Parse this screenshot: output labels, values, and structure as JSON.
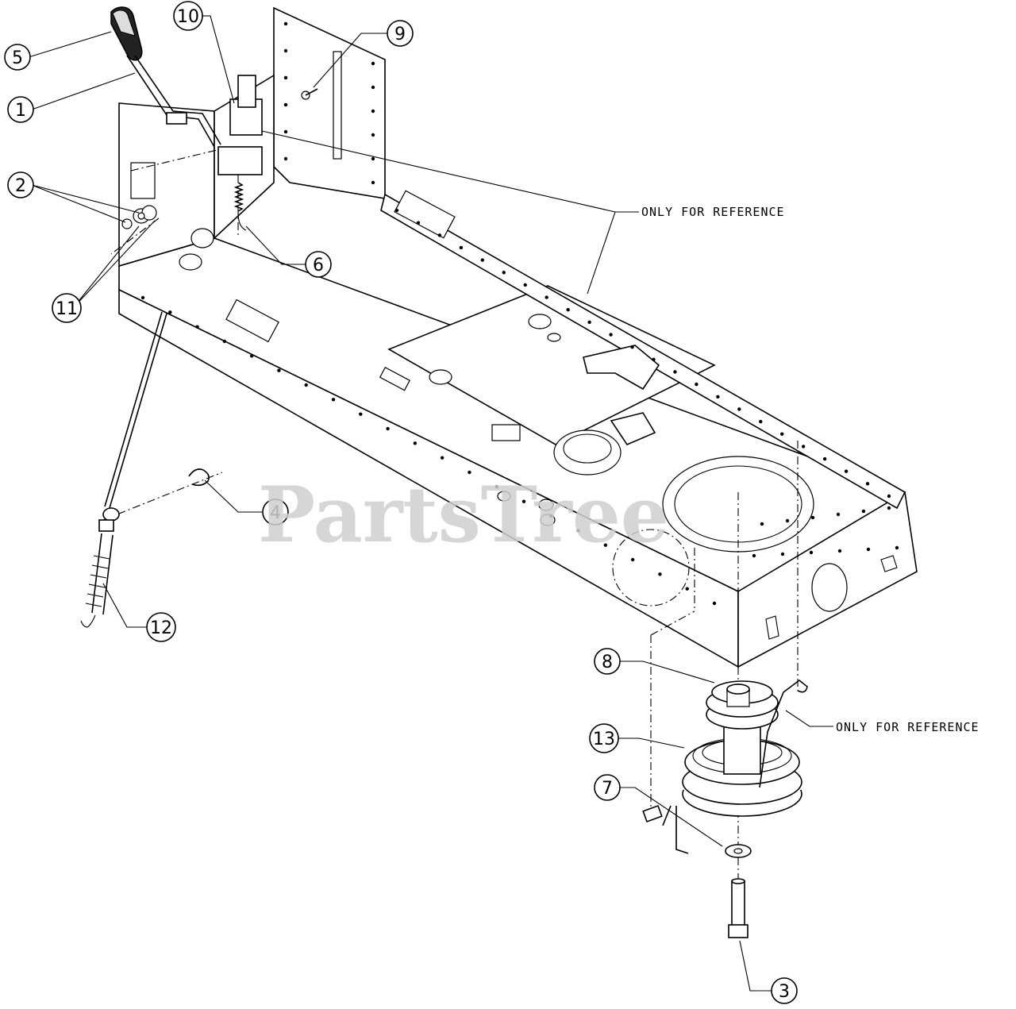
{
  "watermark": "PartsTree",
  "reference_labels": [
    "ONLY FOR REFERENCE",
    "ONLY FOR REFERENCE"
  ],
  "callouts": [
    "1",
    "2",
    "3",
    "4",
    "5",
    "6",
    "7",
    "8",
    "9",
    "10",
    "11",
    "12",
    "13"
  ]
}
